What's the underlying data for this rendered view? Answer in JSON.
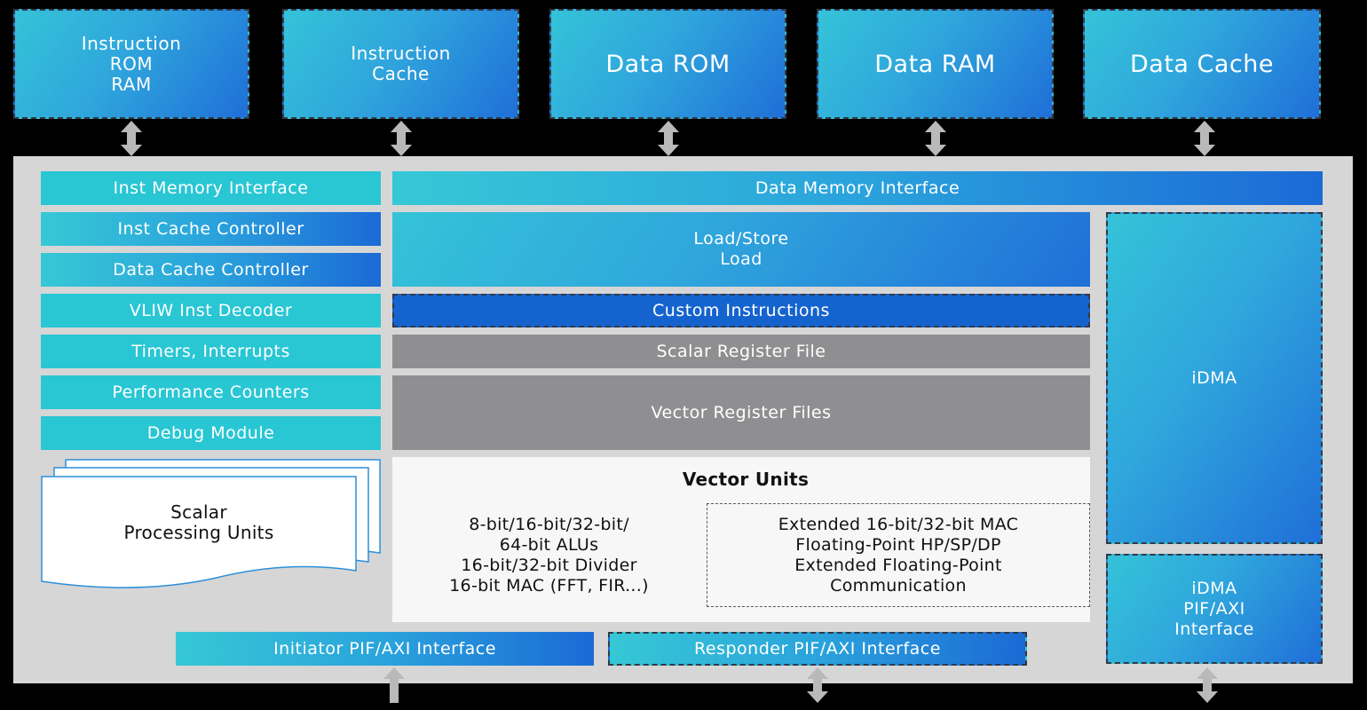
{
  "memories": {
    "inst_rom_ram": "Instruction\nROM\nRAM",
    "inst_cache": "Instruction\nCache",
    "data_rom": "Data ROM",
    "data_ram": "Data RAM",
    "data_cache": "Data Cache"
  },
  "left_column": {
    "inst_memory_interface": "Inst Memory Interface",
    "inst_cache_controller": "Inst Cache Controller",
    "data_cache_controller": "Data Cache Controller",
    "vliw_inst_decoder": "VLIW Inst Decoder",
    "timers_interrupts": "Timers, Interrupts",
    "performance_counters": "Performance Counters",
    "debug_module": "Debug Module",
    "scalar_processing_units": "Scalar\nProcessing Units"
  },
  "center_column": {
    "data_memory_interface": "Data Memory Interface",
    "load_store": "Load/Store\nLoad",
    "custom_instructions": "Custom Instructions",
    "scalar_register_file": "Scalar Register File",
    "vector_register_files": "Vector Register Files",
    "vector_units": {
      "title": "Vector Units",
      "left": "8-bit/16-bit/32-bit/\n64-bit ALUs\n16-bit/32-bit Divider\n16-bit MAC (FFT, FIR...)",
      "right": "Extended 16-bit/32-bit MAC\nFloating-Point HP/SP/DP\nExtended Floating-Point\nCommunication"
    }
  },
  "right_column": {
    "idma": "iDMA",
    "idma_interface": "iDMA\nPIF/AXI\nInterface"
  },
  "bottom": {
    "initiator_interface": "Initiator PIF/AXI Interface",
    "responder_interface": "Responder PIF/AXI Interface"
  },
  "colors": {
    "background": "#000000",
    "core_panel": "#d6d6d6",
    "teal": "#29c6d4",
    "blue": "#1563cf",
    "gray": "#8f8f91"
  }
}
